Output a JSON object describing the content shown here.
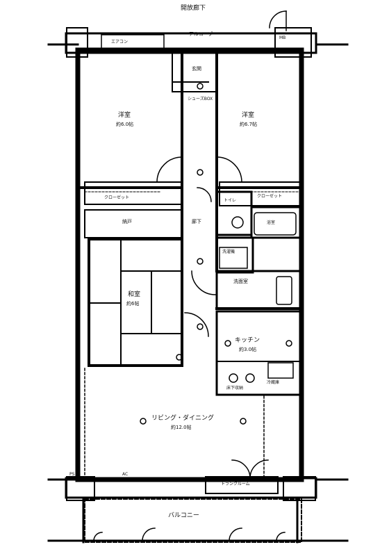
{
  "plan": {
    "corridor": "開放廊下",
    "balcony": "バルコニー",
    "bedroom_left": {
      "name": "洋室",
      "size": "約6.0帖"
    },
    "bedroom_right": {
      "name": "洋室",
      "size": "約6.7帖"
    },
    "entrance": "玄関",
    "storage": "納戸",
    "washitsu": {
      "name": "和室",
      "size": "約6帖"
    },
    "hallway": "廊下",
    "toilet": "トイレ",
    "bath": "浴室",
    "washroom": "洗面室",
    "laundry": "洗濯機",
    "kitchen": {
      "name": "キッチン",
      "size": "約3.0帖"
    },
    "ldk": {
      "name": "リビング・ダイニング",
      "size": "約12.0帖"
    },
    "closet": "クローゼット",
    "shoes": "シューズBOX",
    "ac": "エアコン",
    "ac2": "AC",
    "fridge": "冷蔵庫",
    "yuka": "床下収納",
    "pipe": "PS",
    "meter": "MB",
    "alcove": "アルコーブ",
    "lock": "トランクルーム"
  }
}
